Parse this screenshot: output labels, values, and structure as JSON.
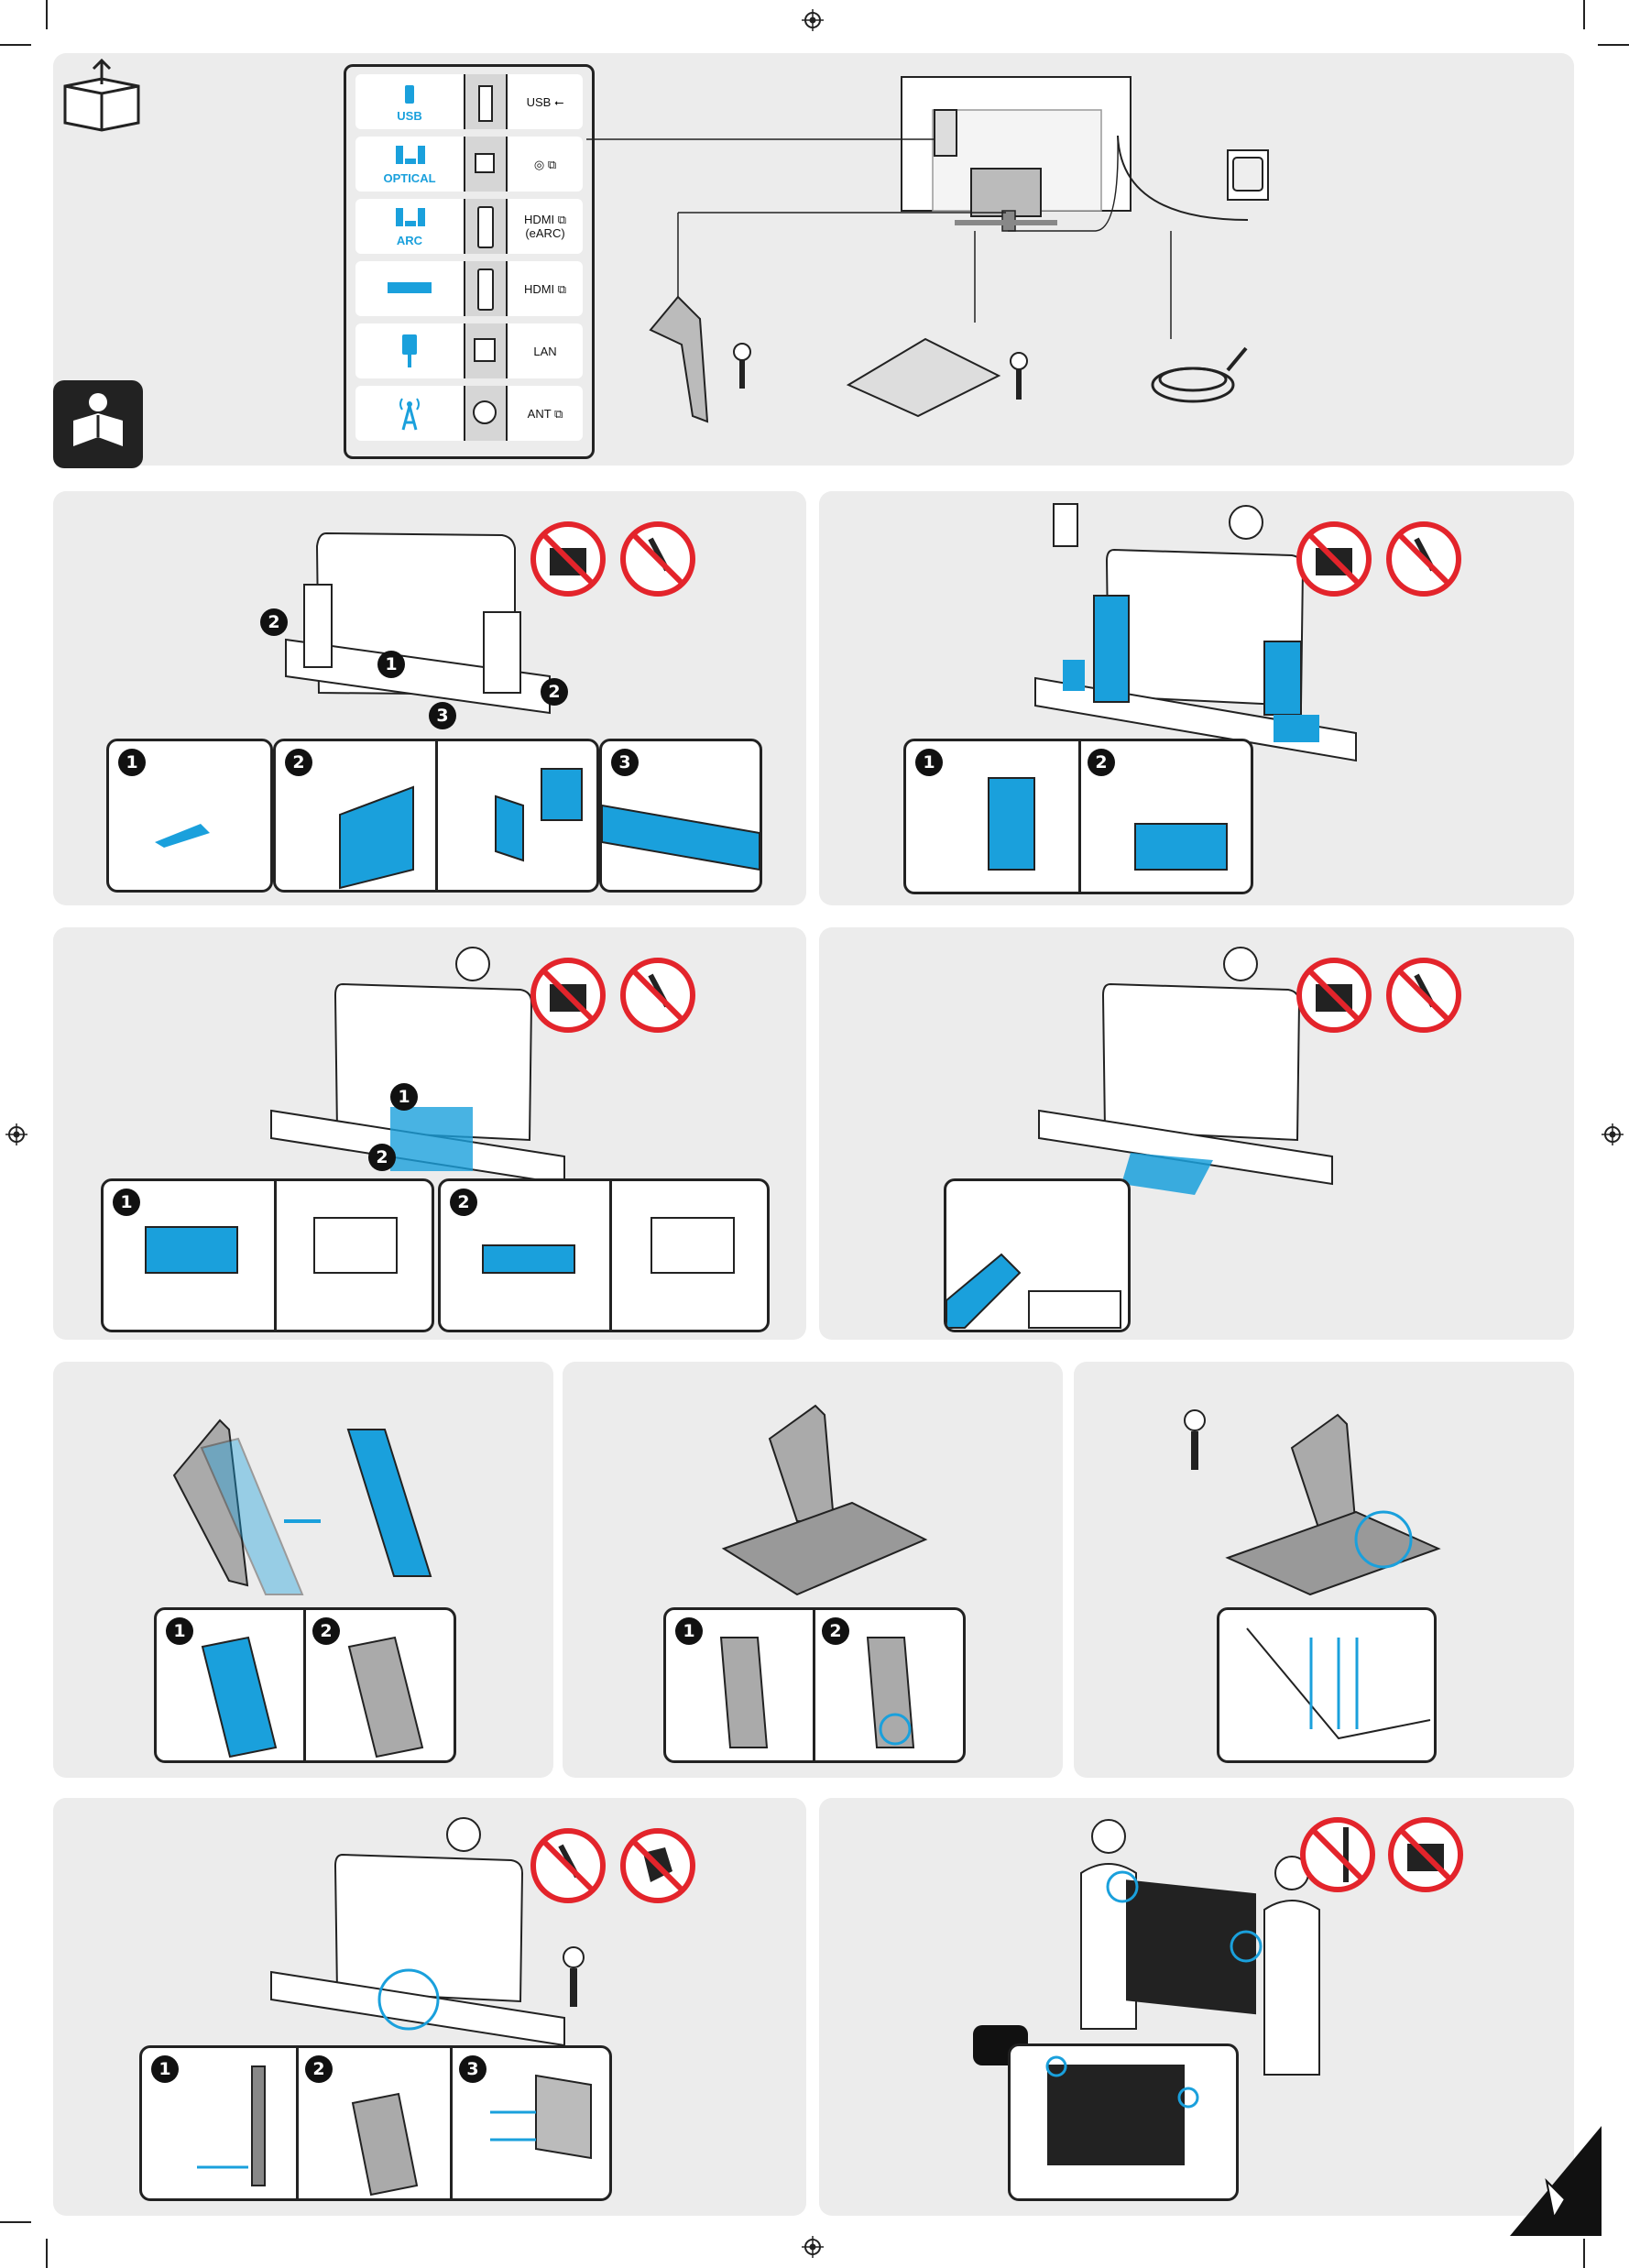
{
  "connection_panel": {
    "ports": [
      {
        "symbol_label": "USB",
        "port_label": "USB ⭠"
      },
      {
        "symbol_label": "OPTICAL",
        "port_label": "◎ ⧉"
      },
      {
        "symbol_label": "ARC",
        "port_label": "HDMI ⧉ (eARC)"
      },
      {
        "symbol_label": "",
        "port_label": "HDMI ⧉"
      },
      {
        "symbol_label": "",
        "port_label": "LAN"
      },
      {
        "symbol_label": "",
        "port_label": "ANT ⧉"
      }
    ]
  },
  "step_numbers": {
    "one": "1",
    "two": "2",
    "three": "3"
  },
  "colors": {
    "accent": "#1aa0dc",
    "panel": "#ececec",
    "warning_red": "#e3242b",
    "ink": "#222222"
  },
  "icons": [
    "registration-mark-icon",
    "unbox-icon",
    "read-manual-icon",
    "no-press-screen-icon",
    "no-pen-on-screen-icon",
    "no-wall-touch-icon",
    "page-turn-icon"
  ]
}
